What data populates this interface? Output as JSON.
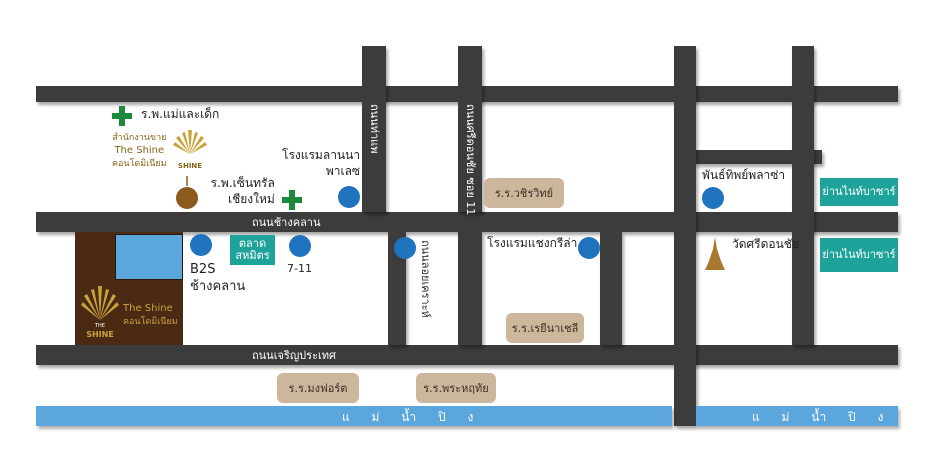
{
  "roads": {
    "chang_klan": "ถนนช้างคลาน",
    "charoen_prathet": "ถนนเจริญประเทศ",
    "loi_kroh": "ถนนลอยเคราะห์",
    "tha_phae": "ถนนท่าแพ",
    "si_donchai_soi": "ถนนศรีดอนชัย ซอย 11"
  },
  "river": {
    "left_label": "แ  ม่  น้ำ  ปิ  ง",
    "right_label": "แ  ม่  น้ำ  ปิ  ง"
  },
  "places": {
    "mother_child_hospital": "ร.พ.แม่และเด็ก",
    "shine_sales_office": [
      "สำนักงานขาย",
      "The Shine",
      "คอนโดมิเนียม"
    ],
    "central_chiangmai_hospital": [
      "ร.พ.เซ็นทรัล",
      "เชียงใหม่"
    ],
    "lanna_palace_hotel": [
      "โรงแรมลานนา",
      "พาเลซ"
    ],
    "wachirawit_school": "ร.ร.วชิรวิทย์",
    "pantip_plaza": "พันธ์ทิพย์พลาซ่า",
    "night_bazaar_1": "ย่านไนท์บาซาร์",
    "night_bazaar_2": "ย่านไนท์บาซาร์",
    "sahamit_market": [
      "ตลาด",
      "สหมิตร"
    ],
    "b2s": [
      "B2S",
      "ช้างคลาน"
    ],
    "seven_eleven": "7-11",
    "shangri_la_hotel": "โรงแรมแชงกรีล่า",
    "wat_si_donchai": "วัดศรีดอนชัย",
    "regina_school": "ร.ร.เรยีนาเชลี",
    "montfort_school": "ร.ร.มงฟอร์ต",
    "prince_royal_school": "ร.ร.พระหฤทัย",
    "shine_condo": [
      "The Shine",
      "คอนโดมิเนียม"
    ]
  },
  "logo": {
    "the": "THE",
    "shine": "SHINE"
  },
  "colors": {
    "road": "#3c3c3c",
    "river": "#5aa6dd",
    "school_box": "#cdb79c",
    "teal_box": "#1ea39a",
    "location_dot": "#1f73bf",
    "hospital_cross": "#1b8a3a",
    "condo_block": "#4a2a12",
    "gold": "#c9a23a"
  }
}
